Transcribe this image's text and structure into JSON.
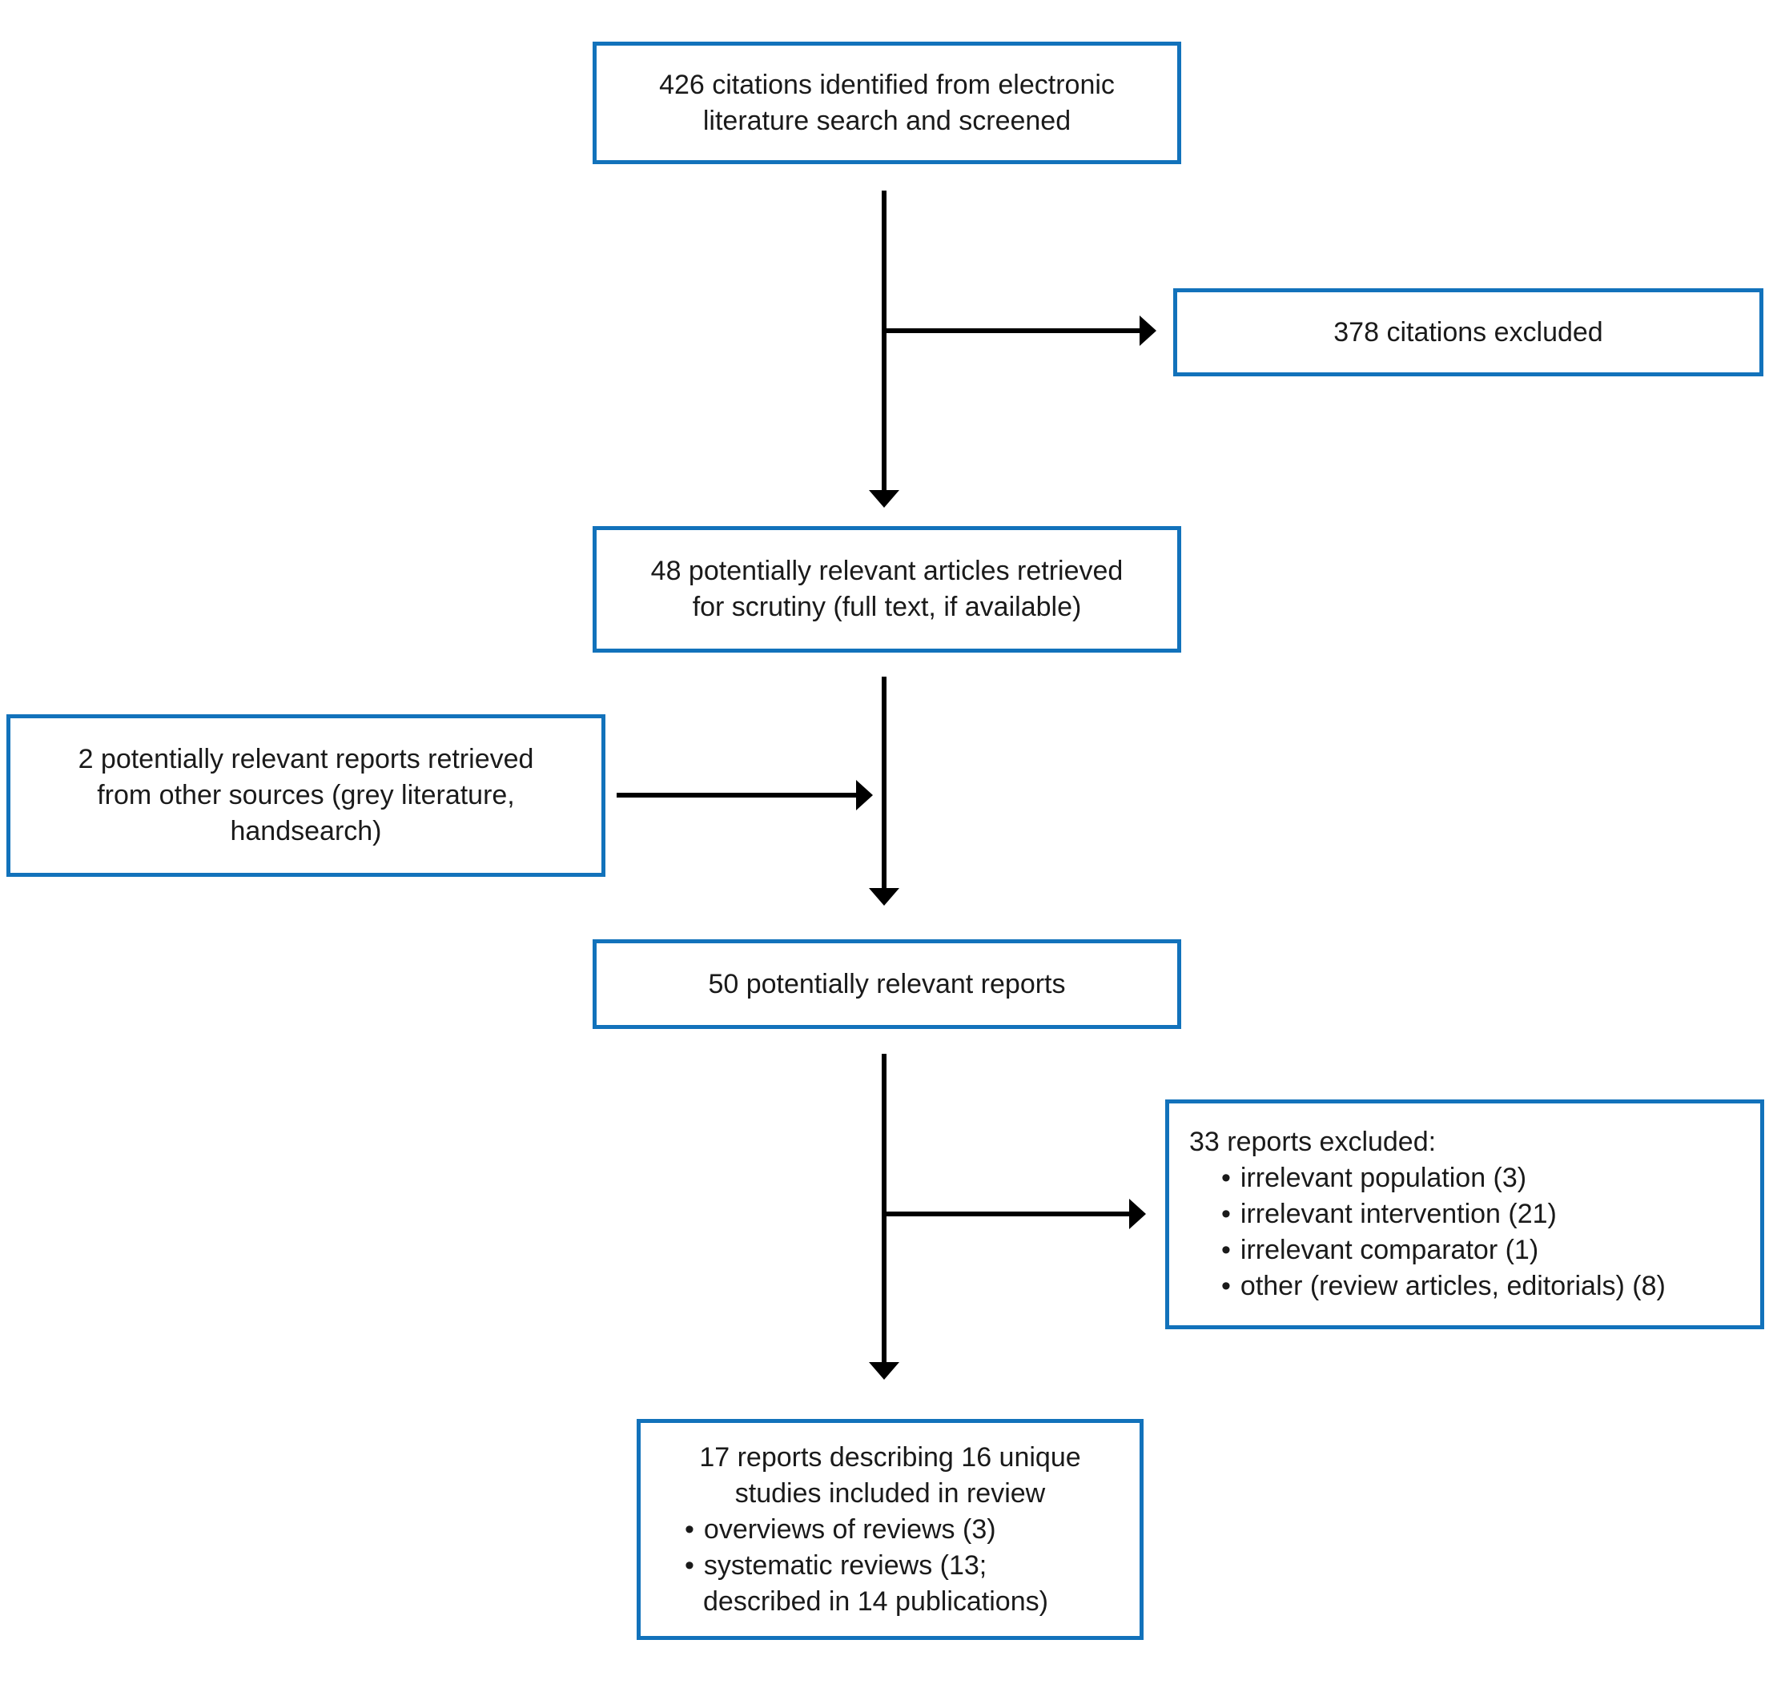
{
  "diagram": {
    "bullet_char": "•",
    "colors": {
      "box_border": "#1272bb",
      "arrow": "#000000",
      "text": "#1a1a1a",
      "background": "#ffffff"
    },
    "boxes": {
      "identified": {
        "lines": [
          "426 citations identified from electronic",
          "literature search and screened"
        ]
      },
      "excluded_citations": {
        "lines": [
          "378 citations excluded"
        ]
      },
      "retrieved": {
        "lines": [
          "48 potentially relevant articles retrieved",
          "for scrutiny (full text, if available)"
        ]
      },
      "other_sources": {
        "lines": [
          "2 potentially relevant reports retrieved",
          "from other sources (grey literature,",
          "handsearch)"
        ]
      },
      "relevant_reports": {
        "lines": [
          "50 potentially relevant reports"
        ]
      },
      "excluded_reports": {
        "title": "33 reports excluded:",
        "items": [
          "irrelevant population (3)",
          "irrelevant intervention (21)",
          "irrelevant comparator (1)",
          "other (review articles, editorials) (8)"
        ]
      },
      "included": {
        "lines": [
          "17 reports describing 16 unique",
          "studies included in review"
        ],
        "items": [
          "overviews of reviews (3)",
          "systematic reviews (13;"
        ],
        "continuation": "described in 14 publications)"
      }
    }
  }
}
